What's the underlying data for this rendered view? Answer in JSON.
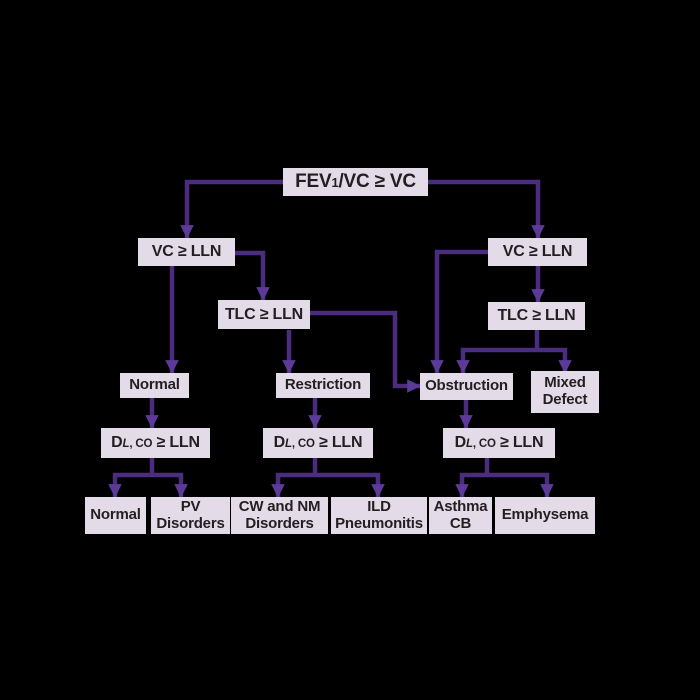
{
  "diagram": {
    "title_hint": "Spirometry interpretation flowchart",
    "colors": {
      "bg": "#000000",
      "box_fill": "#e4dbe9",
      "line": "#4b2d80",
      "arrow": "#5d3a99",
      "text": "#231f20"
    },
    "nodes": {
      "fev1_vc": {
        "prefix": "FEV",
        "sub": "1",
        "suffix": "/VC ≥ VC"
      },
      "vc_left": {
        "label": "VC ≥ LLN"
      },
      "vc_right": {
        "label": "VC ≥ LLN"
      },
      "tlc_mid": {
        "label": "TLC ≥ LLN"
      },
      "tlc_right": {
        "label": "TLC ≥ LLN"
      },
      "normal_mid": {
        "label": "Normal"
      },
      "restriction": {
        "label": "Restriction"
      },
      "obstruction": {
        "label": "Obstruction"
      },
      "mixed_defect": {
        "line1": "Mixed",
        "line2": "Defect"
      },
      "dlco_left": {
        "d": "D",
        "sub_l": "L",
        "sub_co": ", CO",
        "tail": " ≥ LLN"
      },
      "dlco_mid": {
        "d": "D",
        "sub_l": "L",
        "sub_co": ", CO",
        "tail": " ≥ LLN"
      },
      "dlco_right": {
        "d": "D",
        "sub_l": "L",
        "sub_co": ", CO",
        "tail": " ≥ LLN"
      },
      "normal_bottom": {
        "label": "Normal"
      },
      "pv_disorders": {
        "line1": "PV",
        "line2": "Disorders"
      },
      "cw_nm_disorders": {
        "line1": "CW and NM",
        "line2": "Disorders"
      },
      "ild_pneumonitis": {
        "line1": "ILD",
        "line2": "Pneumonitis"
      },
      "asthma_cb": {
        "line1": "Asthma",
        "line2": "CB"
      },
      "emphysema": {
        "label": "Emphysema"
      }
    }
  }
}
